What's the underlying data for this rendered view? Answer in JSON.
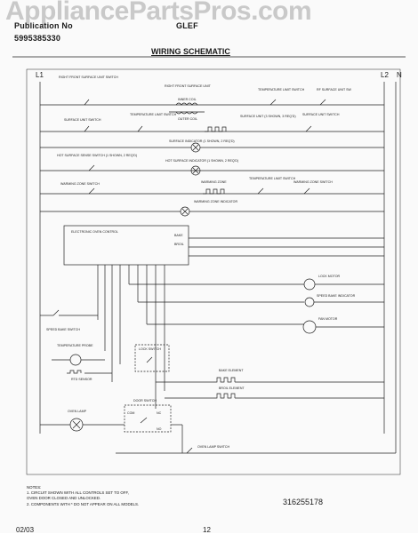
{
  "watermark": "AppliancePartsPros.com",
  "header": {
    "pub_no": "Publication No",
    "model": "GLEF",
    "part": "5995385330"
  },
  "title": "WIRING SCHEMATIC",
  "rails": {
    "left": "L1",
    "right1": "L2",
    "right2": "N"
  },
  "labels": {
    "rf_switch": "RIGHT FRONT SURFACE UNIT SWITCH",
    "rf_unit": "RIGHT FRONT SURFACE UNIT",
    "inner_coil": "INNER COIL",
    "outer_coil": "OUTER COIL",
    "temp_limit": "TEMPERATURE LIMIT SWITCH",
    "rf_unit_sw": "RF SURFACE UNIT SW",
    "surface_sw": "SURFACE UNIT SWITCH",
    "temp_limit2": "TEMPERATURE LIMIT SWITCH",
    "surface_unit": "SURFACE UNIT (3 SHOWN, 3 REQ'D)",
    "surface_unit_sw": "SURFACE UNIT SWITCH",
    "surface_indicator": "SURFACE INDICATOR (1 SHOWN, 2 REQ'D)",
    "hot_surface_sw": "HOT SURFACE SENSE SWITCH (1 SHOWN, 2 REQ'D)",
    "hot_surface_ind": "HOT SURFACE INDICATOR (1 SHOWN, 2 REQ'D)",
    "warming_zone_sw": "WARMING ZONE SWITCH",
    "warming_zone": "WARMING ZONE",
    "temp_limit3": "TEMPERATURE LIMIT SWITCH",
    "warming_zone_sw2": "WARMING ZONE SWITCH",
    "warming_zone_ind": "WARMING ZONE INDICATOR",
    "control": "ELECTRONIC OVEN CONTROL",
    "lock_motor": "LOCK MOTOR",
    "speed_bake_ind": "SPEED BAKE INDICATOR",
    "fan_motor": "FAN MOTOR",
    "speed_bake_sw": "SPEED BAKE SWITCH",
    "temp_probe": "TEMPERATURE PROBE",
    "rtd": "RTD SENSOR",
    "lock_switch": "LOCK SWITCH",
    "bake_element": "BAKE ELEMENT",
    "broil_element": "BROIL ELEMENT",
    "door_switch": "DOOR SWITCH",
    "oven_lamp": "OVEN LAMP",
    "oven_lamp_sw": "OVEN LAMP SWITCH",
    "com": "COM",
    "nc": "NC",
    "no": "NO",
    "bake": "BAKE",
    "broil": "BROIL"
  },
  "notes": [
    "NOTES:",
    "1. CIRCUIT SHOWN WITH ALL CONTROLS SET TO OFF,",
    "    OVEN DOOR CLOSED AND UNLOCKED.",
    "2. COMPONENTS WITH * DO NOT APPEAR ON ALL MODELS."
  ],
  "part_number": "316255178",
  "footer": {
    "date": "02/03",
    "page": "12"
  }
}
